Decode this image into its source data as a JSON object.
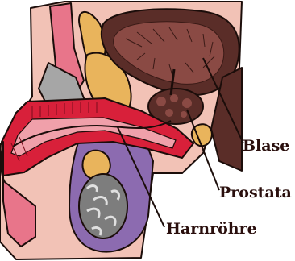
{
  "labels": {
    "bladder": "Blase",
    "prostate": "Prostata",
    "urethra": "Harnröhre"
  },
  "colors": {
    "skin": "#f2c2b6",
    "bladder_wall": "#5a2d28",
    "bladder_inner": "#8a4a44",
    "fat_yellow": "#e9b45c",
    "penis_red": "#d8203a",
    "scrotum_purple": "#8c6bb0",
    "pink_tissue": "#e8758a",
    "gray_bone": "#a6a6a6",
    "outline": "#1b0d0a",
    "label_text": "#2a0f0d"
  }
}
